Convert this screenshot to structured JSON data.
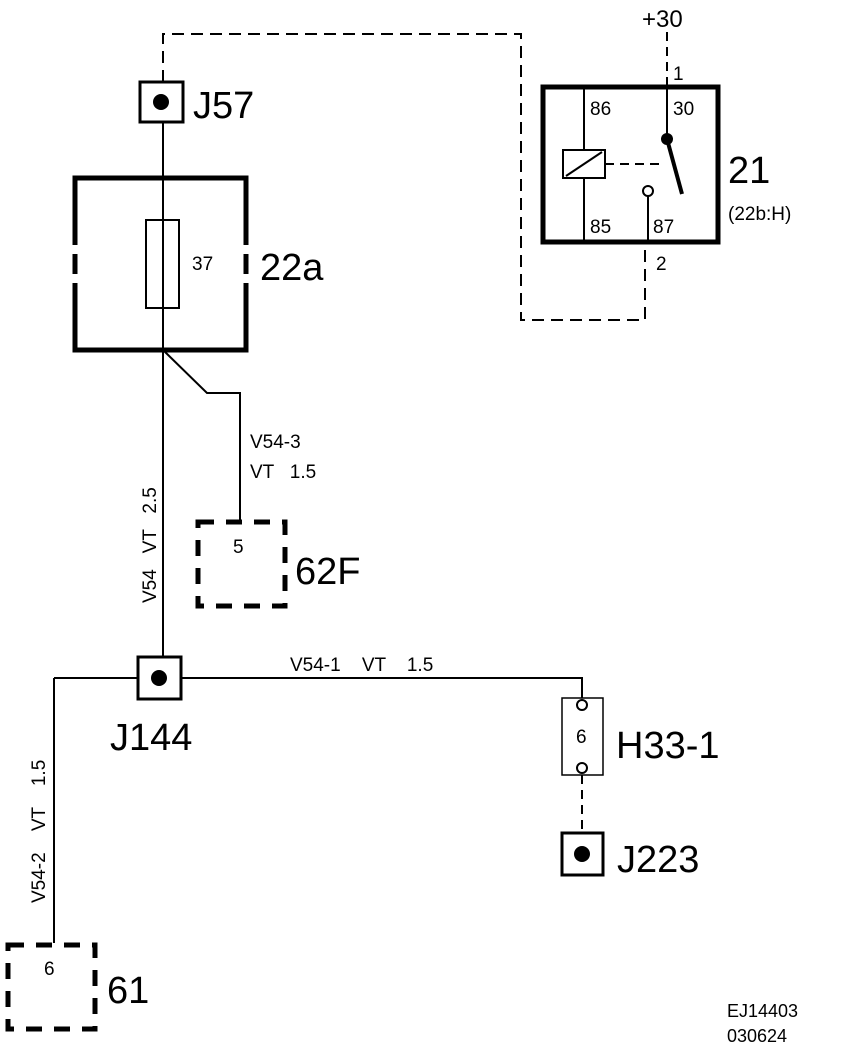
{
  "supply": {
    "label": "+30"
  },
  "relay": {
    "id": "21",
    "ref": "(22b:H)",
    "pins": {
      "p86": "86",
      "p30": "30",
      "p85": "85",
      "p87": "87"
    },
    "wire_in_pin": "1",
    "wire_out_pin": "2"
  },
  "connectors": {
    "j57": "J57",
    "j144": "J144",
    "j223": "J223"
  },
  "fuse_box": {
    "id": "22a",
    "fuse_number": "37"
  },
  "component_62f": {
    "id": "62F",
    "pin": "5"
  },
  "component_61": {
    "id": "61",
    "pin": "6"
  },
  "component_h33": {
    "id": "H33-1",
    "pin": "6"
  },
  "wires": {
    "main": "V54   VT   2.5",
    "v54_3_line1": "V54-3",
    "v54_3_line2": "VT   1.5",
    "v54_1": "V54-1    VT    1.5",
    "v54_2": "V54-2    VT    1.5"
  },
  "footer": {
    "code": "EJ14403",
    "date": "030624"
  }
}
